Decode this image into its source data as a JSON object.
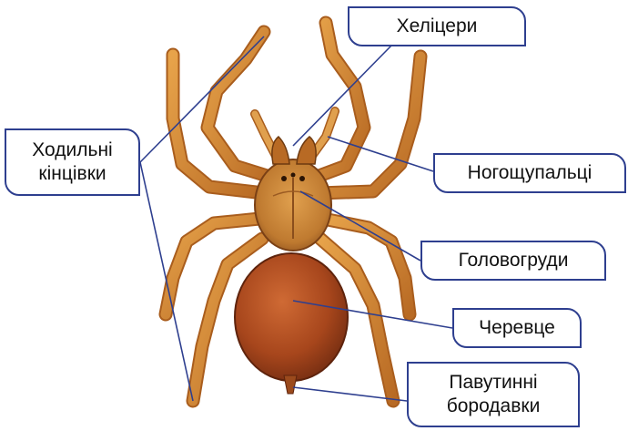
{
  "labels": {
    "cheliceres": "Хеліцери",
    "walking_legs": "Ходильні кінцівки",
    "pedipalps": "Ногощупальці",
    "cephalothorax": "Головогруди",
    "abdomen": "Черевце",
    "spinnerets": "Павутинні бородавки"
  },
  "colors": {
    "label_border": "#2e3f8f",
    "leader_line": "#2e3f8f",
    "body_brown": "#b0501f",
    "leg_orange": "#d2892f"
  }
}
